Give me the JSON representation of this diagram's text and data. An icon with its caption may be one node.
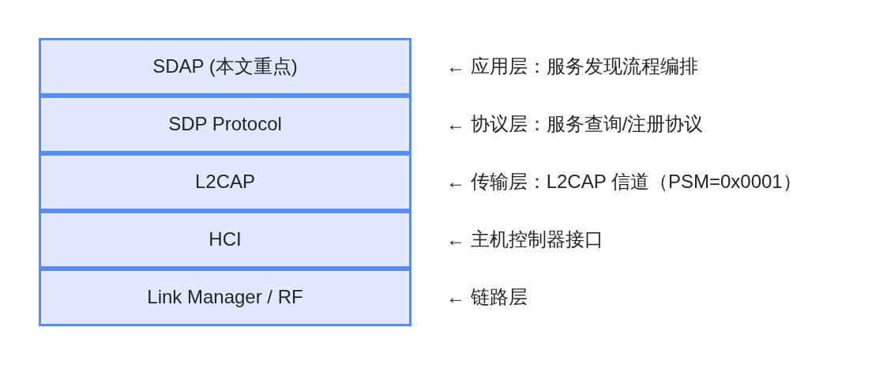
{
  "diagram": {
    "nodes": [
      {
        "text": [
          "SDAP (本文重点)"
        ],
        "beside": [
          "← 应用层：服务发现流程编排"
        ]
      },
      {
        "text": [
          "SDP Protocol"
        ],
        "beside": [
          "← 协议层：服务查询/注册协议"
        ]
      },
      {
        "text": [
          "L2CAP"
        ],
        "beside": [
          "← 传输层：L2CAP 信道（PSM=0x0001）"
        ]
      },
      {
        "text": [
          "HCI"
        ],
        "beside": [
          "← 主机控制器接口"
        ]
      },
      {
        "text": [
          "Link Manager / RF"
        ],
        "beside": [
          "← 链路层"
        ]
      }
    ]
  }
}
